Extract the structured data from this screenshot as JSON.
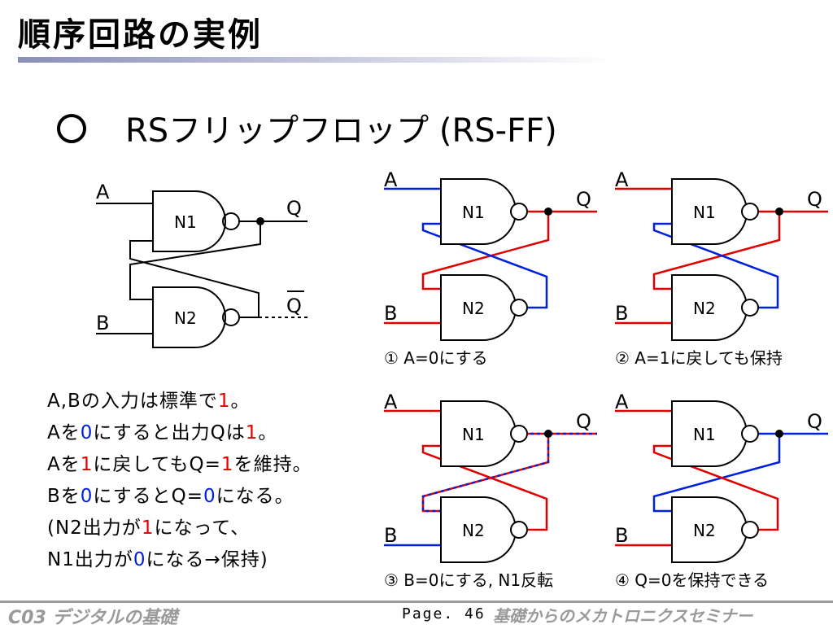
{
  "title": "順序回路の実例",
  "subtitle": "RSフリップフロップ (RS-FF)",
  "labels": {
    "a": "A",
    "b": "B",
    "q": "Q",
    "qbar": "Q",
    "n1": "N1",
    "n2": "N2"
  },
  "captions": [
    "① A=0にする",
    "② A=1に戻しても保持",
    "③ B=0にする, N1反転",
    "④ Q=0を保持できる"
  ],
  "notes": [
    [
      {
        "t": "A,Bの入力は標準で"
      },
      {
        "t": "1",
        "c": "red"
      },
      {
        "t": "。"
      }
    ],
    [
      {
        "t": "Aを"
      },
      {
        "t": "0",
        "c": "blue"
      },
      {
        "t": "にすると出力Qは"
      },
      {
        "t": "1",
        "c": "red"
      },
      {
        "t": "。"
      }
    ],
    [
      {
        "t": "Aを"
      },
      {
        "t": "1",
        "c": "red"
      },
      {
        "t": "に戻してもQ="
      },
      {
        "t": "1",
        "c": "red"
      },
      {
        "t": "を維持。"
      }
    ],
    [
      {
        "t": "Bを"
      },
      {
        "t": "0",
        "c": "blue"
      },
      {
        "t": "にするとQ="
      },
      {
        "t": "0",
        "c": "blue"
      },
      {
        "t": "になる。"
      }
    ],
    [
      {
        "t": "(N2出力が"
      },
      {
        "t": "1",
        "c": "red"
      },
      {
        "t": "になって、"
      }
    ],
    [
      {
        "t": "  N1出力が"
      },
      {
        "t": "0",
        "c": "blue"
      },
      {
        "t": "になる→保持)"
      }
    ]
  ],
  "footer": {
    "left": "C03 デジタルの基礎",
    "page": "Page. 46",
    "right": "基礎からのメカトロニクスセミナー"
  },
  "colors": {
    "red": "#e00000",
    "blue": "#0020e0",
    "black": "#000000"
  },
  "panels": [
    {
      "a": "blue",
      "b": "red",
      "q": "red",
      "qb": "blue",
      "line_a": "blue",
      "line_b": "red"
    },
    {
      "a": "red",
      "b": "red",
      "q": "red",
      "qb": "blue",
      "line_a": "blue",
      "line_b": "red"
    },
    {
      "a": "red",
      "b": "blue",
      "q": "red-blue",
      "qb": "red",
      "line_a": "red",
      "line_b": "red-blue"
    },
    {
      "a": "red",
      "b": "red",
      "q": "blue",
      "qb": "red",
      "line_a": "red",
      "line_b": "blue"
    }
  ]
}
